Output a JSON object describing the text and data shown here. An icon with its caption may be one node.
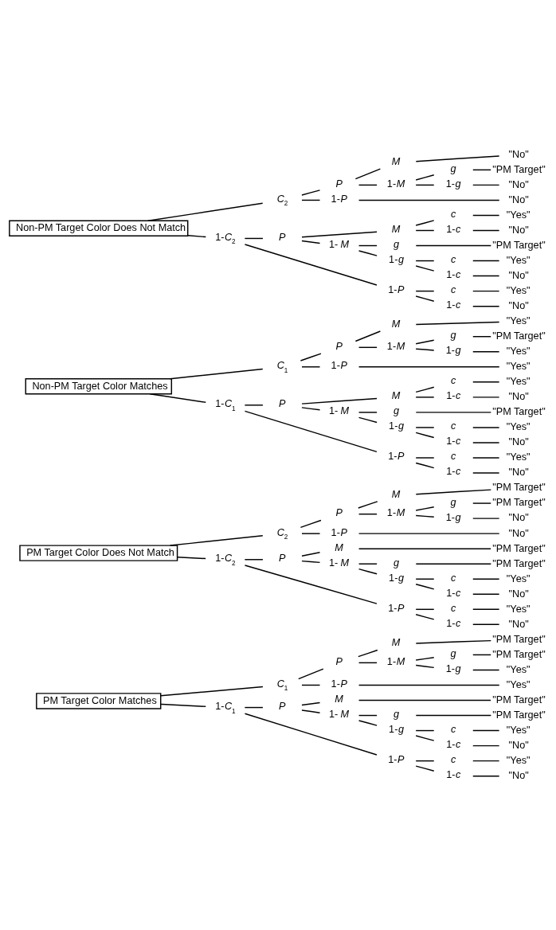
{
  "diagram": {
    "nodes": [
      {
        "text": [
          "PM Target Color Matches"
        ]
      },
      {
        "text": [
          "*C*$_{1}$"
        ]
      },
      {
        "text": [
          "*P*"
        ]
      },
      {
        "text": [
          "*M*"
        ]
      },
      {
        "text": [
          "\"PM Target\""
        ]
      },
      {
        "text": [
          "1-*M*"
        ]
      },
      {
        "text": [
          "*g*"
        ]
      },
      {
        "text": [
          "\"PM Target\""
        ]
      },
      {
        "text": [
          "1-*g*"
        ]
      },
      {
        "text": [
          "\"Yes\""
        ]
      },
      {
        "text": [
          "1-*P*"
        ]
      },
      {
        "text": [
          "\"Yes\""
        ]
      },
      {
        "text": [
          "1-*C*$_{1}$"
        ]
      },
      {
        "text": [
          "*P*"
        ]
      },
      {
        "text": [
          "*M*"
        ]
      },
      {
        "text": [
          "\"PM Target\""
        ]
      },
      {
        "text": [
          "1- *M*"
        ]
      },
      {
        "text": [
          "*g*"
        ]
      },
      {
        "text": [
          "\"PM Target\""
        ]
      },
      {
        "text": [
          "1-*g*"
        ]
      },
      {
        "text": [
          "*c*"
        ]
      },
      {
        "text": [
          "\"Yes\""
        ]
      },
      {
        "text": [
          "1-*c*"
        ]
      },
      {
        "text": [
          "\"No\""
        ]
      },
      {
        "text": [
          "1-*P*"
        ]
      },
      {
        "text": [
          "*c*"
        ]
      },
      {
        "text": [
          "\"Yes\""
        ]
      },
      {
        "text": [
          "1-*c*"
        ]
      },
      {
        "text": [
          "\"No\""
        ]
      },
      {
        "text": [
          "PM Target Color Does Not Match"
        ]
      },
      {
        "text": [
          "*C*$_{2}$"
        ]
      },
      {
        "text": [
          "*P*"
        ]
      },
      {
        "text": [
          "*M*"
        ]
      },
      {
        "text": [
          "\"PM Target\""
        ]
      },
      {
        "text": [
          "1-*M*"
        ]
      },
      {
        "text": [
          "*g*"
        ]
      },
      {
        "text": [
          "\"PM Target\""
        ]
      },
      {
        "text": [
          "1-*g*"
        ]
      },
      {
        "text": [
          "\"No\""
        ]
      },
      {
        "text": [
          "1-*P*"
        ]
      },
      {
        "text": [
          "\"No\""
        ]
      },
      {
        "text": [
          "1-*C*$_{2}$"
        ]
      },
      {
        "text": [
          "*P*"
        ]
      },
      {
        "text": [
          "*M*"
        ]
      },
      {
        "text": [
          "\"PM Target\""
        ]
      },
      {
        "text": [
          "1- *M*"
        ]
      },
      {
        "text": [
          "*g*"
        ]
      },
      {
        "text": [
          "\"PM Target\""
        ]
      },
      {
        "text": [
          "1-*g*"
        ]
      },
      {
        "text": [
          "*c*"
        ]
      },
      {
        "text": [
          "\"Yes\""
        ]
      },
      {
        "text": [
          "1-*c*"
        ]
      },
      {
        "text": [
          "\"No\""
        ]
      },
      {
        "text": [
          "1-*P*"
        ]
      },
      {
        "text": [
          "*c*"
        ]
      },
      {
        "text": [
          "\"Yes\""
        ]
      },
      {
        "text": [
          "1-*c*"
        ]
      },
      {
        "text": [
          "\"No\""
        ]
      },
      {
        "text": [
          "Non-PM Target Color Matches"
        ]
      },
      {
        "text": [
          "*C*$_{1}$"
        ]
      },
      {
        "text": [
          "*P*"
        ]
      },
      {
        "text": [
          "*M*"
        ]
      },
      {
        "text": [
          "\"Yes\""
        ]
      },
      {
        "text": [
          "1-*M*"
        ]
      },
      {
        "text": [
          "*g*"
        ]
      },
      {
        "text": [
          "\"PM Target\""
        ]
      },
      {
        "text": [
          "1-*g*"
        ]
      },
      {
        "text": [
          "\"Yes\""
        ]
      },
      {
        "text": [
          "1-*P*"
        ]
      },
      {
        "text": [
          "\"Yes\""
        ]
      },
      {
        "text": [
          "1-*C*$_{1}$"
        ]
      },
      {
        "text": [
          "*P*"
        ]
      },
      {
        "text": [
          "*M*"
        ]
      },
      {
        "text": [
          "*c*"
        ]
      },
      {
        "text": [
          "\"Yes\""
        ]
      },
      {
        "text": [
          "1-*c*"
        ]
      },
      {
        "text": [
          "\"No\""
        ]
      },
      {
        "text": [
          "1- *M*"
        ]
      },
      {
        "text": [
          "*g*"
        ]
      },
      {
        "text": [
          "\"PM Target\""
        ]
      },
      {
        "text": [
          "1-*g*"
        ]
      },
      {
        "text": [
          "*c*"
        ]
      },
      {
        "text": [
          "\"Yes\""
        ]
      },
      {
        "text": [
          "1-*c*"
        ]
      },
      {
        "text": [
          "\"No\""
        ]
      },
      {
        "text": [
          "1-*P*"
        ]
      },
      {
        "text": [
          "*c*"
        ]
      },
      {
        "text": [
          "\"Yes\""
        ]
      },
      {
        "text": [
          "1-*c*"
        ]
      },
      {
        "text": [
          "\"No\""
        ]
      },
      {
        "text": [
          "Non-PM Target Color Does Not Match"
        ]
      },
      {
        "text": [
          "*C*$_{2}$"
        ]
      },
      {
        "text": [
          "*P*"
        ]
      },
      {
        "text": [
          "*M*"
        ]
      },
      {
        "text": [
          "\"No\""
        ]
      },
      {
        "text": [
          "1-*M*"
        ]
      },
      {
        "text": [
          "*g*"
        ]
      },
      {
        "text": [
          "\"PM Target\""
        ]
      },
      {
        "text": [
          "1-*g*"
        ]
      },
      {
        "text": [
          "\"No\""
        ]
      },
      {
        "text": [
          "1-*P*"
        ]
      },
      {
        "text": [
          "\"No\""
        ]
      },
      {
        "text": [
          "1-*C*$_{2}$"
        ]
      },
      {
        "text": [
          "*P*"
        ]
      },
      {
        "text": [
          "*M*"
        ]
      },
      {
        "text": [
          "*c*"
        ]
      },
      {
        "text": [
          "\"Yes\""
        ]
      },
      {
        "text": [
          "1-*c*"
        ]
      },
      {
        "text": [
          "\"No\""
        ]
      },
      {
        "text": [
          "1- *M*"
        ]
      },
      {
        "text": [
          "*g*"
        ]
      },
      {
        "text": [
          "\"PM Target\""
        ]
      },
      {
        "text": [
          "1-*g*"
        ]
      },
      {
        "text": [
          "*c*"
        ]
      },
      {
        "text": [
          "\"Yes\""
        ]
      },
      {
        "text": [
          "1-*c*"
        ]
      },
      {
        "text": [
          "\"No\""
        ]
      },
      {
        "text": [
          "1-*P*"
        ]
      },
      {
        "text": [
          "*c*"
        ]
      },
      {
        "text": [
          "\"Yes\""
        ]
      },
      {
        "text": [
          "1-*c*"
        ]
      },
      {
        "text": [
          "\"No\""
        ]
      }
    ],
    "edges": [
      {
        "from": 0,
        "to": 1,
        "arrow": "none"
      },
      {
        "from": 1,
        "to": 2,
        "arrow": "none"
      },
      {
        "from": 2,
        "to": 3,
        "arrow": "none"
      },
      {
        "from": 3,
        "to": 4,
        "arrow": "none"
      },
      {
        "from": 2,
        "to": 5,
        "arrow": "none"
      },
      {
        "from": 5,
        "to": 6,
        "arrow": "none"
      },
      {
        "from": 6,
        "to": 7,
        "arrow": "none"
      },
      {
        "from": 5,
        "to": 8,
        "arrow": "none"
      },
      {
        "from": 8,
        "to": 9,
        "arrow": "none"
      },
      {
        "from": 1,
        "to": 10,
        "arrow": "none"
      },
      {
        "from": 10,
        "to": 11,
        "arrow": "none"
      },
      {
        "from": 0,
        "to": 12,
        "arrow": "none"
      },
      {
        "from": 12,
        "to": 13,
        "arrow": "none"
      },
      {
        "from": 13,
        "to": 14,
        "arrow": "none"
      },
      {
        "from": 14,
        "to": 15,
        "arrow": "none"
      },
      {
        "from": 13,
        "to": 16,
        "arrow": "none"
      },
      {
        "from": 16,
        "to": 17,
        "arrow": "none"
      },
      {
        "from": 17,
        "to": 18,
        "arrow": "none"
      },
      {
        "from": 16,
        "to": 19,
        "arrow": "none"
      },
      {
        "from": 19,
        "to": 20,
        "arrow": "none"
      },
      {
        "from": 20,
        "to": 21,
        "arrow": "none"
      },
      {
        "from": 19,
        "to": 22,
        "arrow": "none"
      },
      {
        "from": 22,
        "to": 23,
        "arrow": "none"
      },
      {
        "from": 12,
        "to": 24,
        "arrow": "none"
      },
      {
        "from": 24,
        "to": 25,
        "arrow": "none"
      },
      {
        "from": 25,
        "to": 26,
        "arrow": "none"
      },
      {
        "from": 24,
        "to": 27,
        "arrow": "none"
      },
      {
        "from": 27,
        "to": 28,
        "arrow": "none"
      },
      {
        "from": 29,
        "to": 30,
        "arrow": "none"
      },
      {
        "from": 30,
        "to": 31,
        "arrow": "none"
      },
      {
        "from": 31,
        "to": 32,
        "arrow": "none"
      },
      {
        "from": 32,
        "to": 33,
        "arrow": "none"
      },
      {
        "from": 31,
        "to": 34,
        "arrow": "none"
      },
      {
        "from": 34,
        "to": 35,
        "arrow": "none"
      },
      {
        "from": 35,
        "to": 36,
        "arrow": "none"
      },
      {
        "from": 34,
        "to": 37,
        "arrow": "none"
      },
      {
        "from": 37,
        "to": 38,
        "arrow": "none"
      },
      {
        "from": 30,
        "to": 39,
        "arrow": "none"
      },
      {
        "from": 39,
        "to": 40,
        "arrow": "none"
      },
      {
        "from": 29,
        "to": 41,
        "arrow": "none"
      },
      {
        "from": 41,
        "to": 42,
        "arrow": "none"
      },
      {
        "from": 42,
        "to": 43,
        "arrow": "none"
      },
      {
        "from": 43,
        "to": 44,
        "arrow": "none"
      },
      {
        "from": 42,
        "to": 45,
        "arrow": "none"
      },
      {
        "from": 45,
        "to": 46,
        "arrow": "none"
      },
      {
        "from": 46,
        "to": 47,
        "arrow": "none"
      },
      {
        "from": 45,
        "to": 48,
        "arrow": "none"
      },
      {
        "from": 48,
        "to": 49,
        "arrow": "none"
      },
      {
        "from": 49,
        "to": 50,
        "arrow": "none"
      },
      {
        "from": 48,
        "to": 51,
        "arrow": "none"
      },
      {
        "from": 51,
        "to": 52,
        "arrow": "none"
      },
      {
        "from": 41,
        "to": 53,
        "arrow": "none"
      },
      {
        "from": 53,
        "to": 54,
        "arrow": "none"
      },
      {
        "from": 54,
        "to": 55,
        "arrow": "none"
      },
      {
        "from": 53,
        "to": 56,
        "arrow": "none"
      },
      {
        "from": 56,
        "to": 57,
        "arrow": "none"
      },
      {
        "from": 58,
        "to": 59,
        "arrow": "none"
      },
      {
        "from": 59,
        "to": 60,
        "arrow": "none"
      },
      {
        "from": 60,
        "to": 61,
        "arrow": "none"
      },
      {
        "from": 61,
        "to": 62,
        "arrow": "none"
      },
      {
        "from": 60,
        "to": 63,
        "arrow": "none"
      },
      {
        "from": 63,
        "to": 64,
        "arrow": "none"
      },
      {
        "from": 64,
        "to": 65,
        "arrow": "none"
      },
      {
        "from": 63,
        "to": 66,
        "arrow": "none"
      },
      {
        "from": 66,
        "to": 67,
        "arrow": "none"
      },
      {
        "from": 59,
        "to": 68,
        "arrow": "none"
      },
      {
        "from": 68,
        "to": 69,
        "arrow": "none"
      },
      {
        "from": 58,
        "to": 70,
        "arrow": "none"
      },
      {
        "from": 70,
        "to": 71,
        "arrow": "none"
      },
      {
        "from": 71,
        "to": 72,
        "arrow": "none"
      },
      {
        "from": 72,
        "to": 73,
        "arrow": "none"
      },
      {
        "from": 73,
        "to": 74,
        "arrow": "none"
      },
      {
        "from": 72,
        "to": 75,
        "arrow": "none"
      },
      {
        "from": 75,
        "to": 76,
        "arrow": "none"
      },
      {
        "from": 71,
        "to": 77,
        "arrow": "none"
      },
      {
        "from": 77,
        "to": 78,
        "arrow": "none"
      },
      {
        "from": 78,
        "to": 79,
        "arrow": "none"
      },
      {
        "from": 77,
        "to": 80,
        "arrow": "none"
      },
      {
        "from": 80,
        "to": 81,
        "arrow": "none"
      },
      {
        "from": 81,
        "to": 82,
        "arrow": "none"
      },
      {
        "from": 80,
        "to": 83,
        "arrow": "none"
      },
      {
        "from": 83,
        "to": 84,
        "arrow": "none"
      },
      {
        "from": 70,
        "to": 85,
        "arrow": "none"
      },
      {
        "from": 85,
        "to": 86,
        "arrow": "none"
      },
      {
        "from": 86,
        "to": 87,
        "arrow": "none"
      },
      {
        "from": 85,
        "to": 88,
        "arrow": "none"
      },
      {
        "from": 88,
        "to": 89,
        "arrow": "none"
      },
      {
        "from": 90,
        "to": 91,
        "arrow": "none"
      },
      {
        "from": 91,
        "to": 92,
        "arrow": "none"
      },
      {
        "from": 92,
        "to": 93,
        "arrow": "none"
      },
      {
        "from": 93,
        "to": 94,
        "arrow": "none"
      },
      {
        "from": 92,
        "to": 95,
        "arrow": "none"
      },
      {
        "from": 95,
        "to": 96,
        "arrow": "none"
      },
      {
        "from": 96,
        "to": 97,
        "arrow": "none"
      },
      {
        "from": 95,
        "to": 98,
        "arrow": "none"
      },
      {
        "from": 98,
        "to": 99,
        "arrow": "none"
      },
      {
        "from": 91,
        "to": 100,
        "arrow": "none"
      },
      {
        "from": 100,
        "to": 101,
        "arrow": "none"
      },
      {
        "from": 90,
        "to": 102,
        "arrow": "none"
      },
      {
        "from": 102,
        "to": 103,
        "arrow": "none"
      },
      {
        "from": 103,
        "to": 104,
        "arrow": "none"
      },
      {
        "from": 104,
        "to": 105,
        "arrow": "none"
      },
      {
        "from": 105,
        "to": 106,
        "arrow": "none"
      },
      {
        "from": 104,
        "to": 107,
        "arrow": "none"
      },
      {
        "from": 107,
        "to": 108,
        "arrow": "none"
      },
      {
        "from": 103,
        "to": 109,
        "arrow": "none"
      },
      {
        "from": 109,
        "to": 110,
        "arrow": "none"
      },
      {
        "from": 110,
        "to": 111,
        "arrow": "none"
      },
      {
        "from": 109,
        "to": 112,
        "arrow": "none"
      },
      {
        "from": 112,
        "to": 113,
        "arrow": "none"
      },
      {
        "from": 113,
        "to": 114,
        "arrow": "none"
      },
      {
        "from": 112,
        "to": 115,
        "arrow": "none"
      },
      {
        "from": 115,
        "to": 116,
        "arrow": "none"
      },
      {
        "from": 102,
        "to": 117,
        "arrow": "none"
      },
      {
        "from": 117,
        "to": 118,
        "arrow": "none"
      },
      {
        "from": 118,
        "to": 119,
        "arrow": "none"
      },
      {
        "from": 117,
        "to": 120,
        "arrow": "none"
      },
      {
        "from": 120,
        "to": 121,
        "arrow": "none"
      }
    ]
  }
}
